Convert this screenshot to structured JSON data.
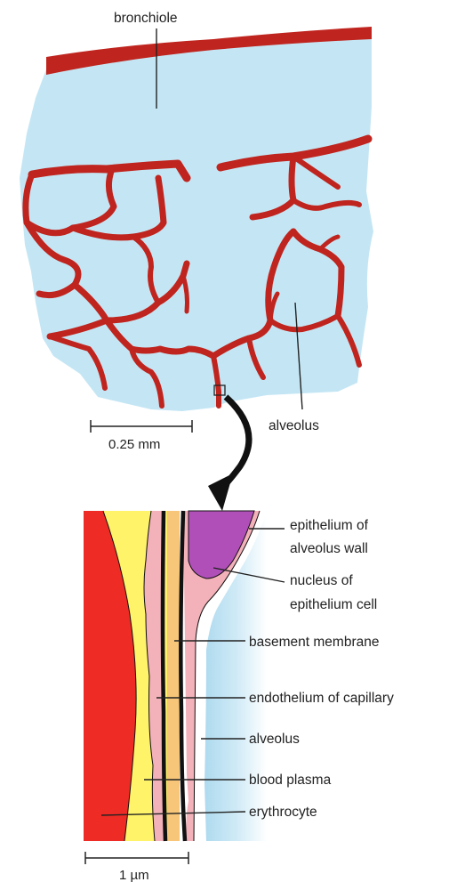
{
  "top_view": {
    "label_bronchiole": "bronchiole",
    "label_alveolus": "alveolus",
    "scale_bar_label": "0.25 mm"
  },
  "detail_view": {
    "labels": {
      "epithelium_wall_line1": "epithelium of",
      "epithelium_wall_line2": "alveolus wall",
      "nucleus_line1": "nucleus of",
      "nucleus_line2": "epithelium cell",
      "basement_membrane": "basement membrane",
      "endothelium": "endothelium of capillary",
      "alveolus": "alveolus",
      "blood_plasma": "blood plasma",
      "erythrocyte": "erythrocyte"
    },
    "scale_bar_label": "1 µm"
  },
  "colors": {
    "alveolar_air": "#c4e6f4",
    "tissue_wall": "#c0241e",
    "erythrocyte": "#ee2b24",
    "plasma": "#fff36a",
    "epithelium": "#f3b2b9",
    "nucleus": "#b04fb8",
    "membrane_core": "#f7c678",
    "dark_line": "#111111"
  }
}
